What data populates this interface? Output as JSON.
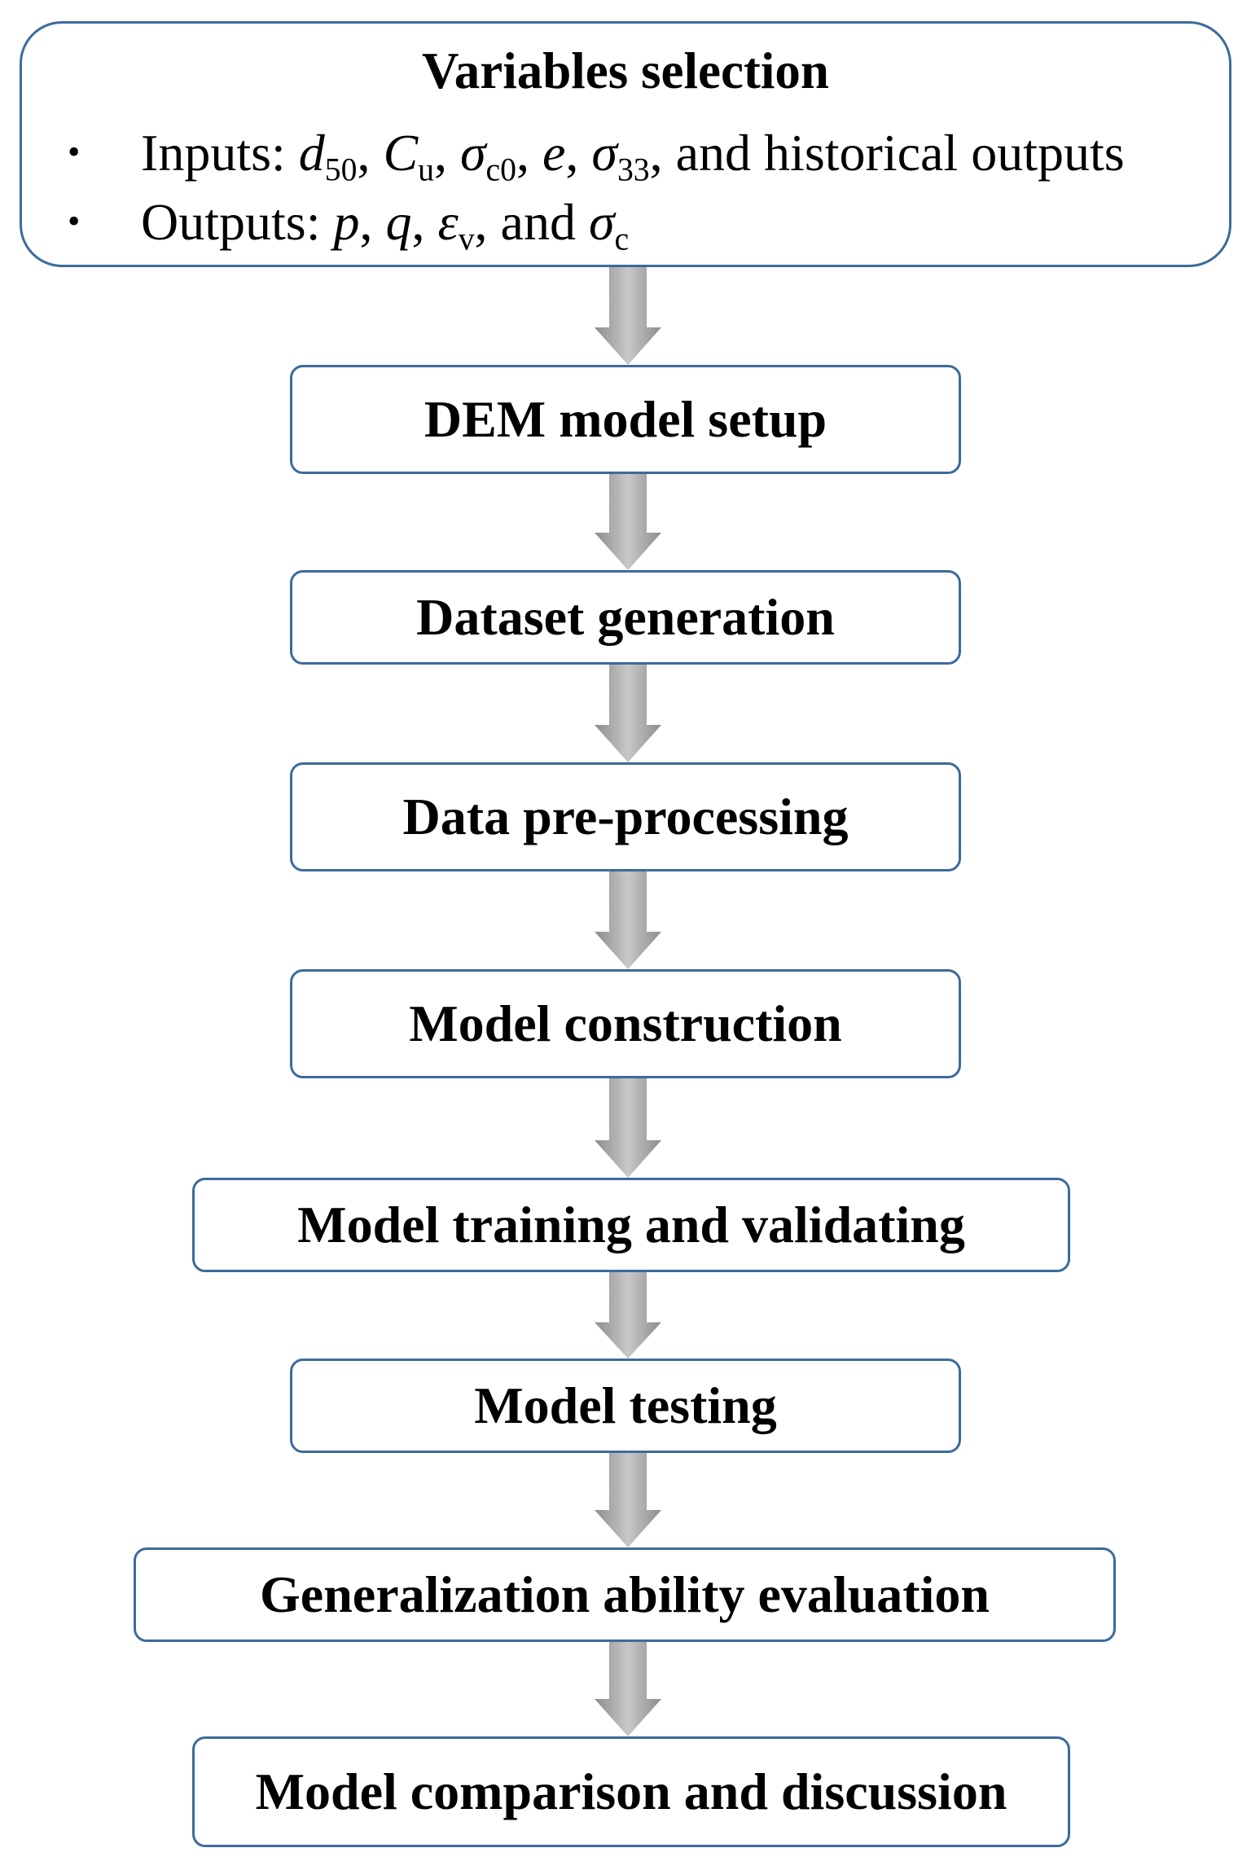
{
  "top": {
    "title": "Variables selection",
    "inputs_label": "Inputs: ",
    "inputs_vars": [
      {
        "sym": "d",
        "sub": "50"
      },
      {
        "sym": "C",
        "sub": "u"
      },
      {
        "sym": "σ",
        "sub": "c0"
      },
      {
        "sym": "e",
        "sub": ""
      },
      {
        "sym": "σ",
        "sub": "33"
      }
    ],
    "inputs_tail": "and historical outputs",
    "outputs_label": "Outputs: ",
    "outputs_vars": [
      {
        "sym": "p",
        "sub": ""
      },
      {
        "sym": "q",
        "sub": ""
      },
      {
        "sym": "ε",
        "sub": "v"
      }
    ],
    "outputs_and": "and ",
    "outputs_last": {
      "sym": "σ",
      "sub": "c"
    },
    "bullet": "•"
  },
  "steps": [
    "DEM model setup",
    "Dataset generation",
    "Data pre-processing",
    "Model construction",
    "Model training and validating",
    "Model testing",
    "Generalization ability evaluation",
    "Model comparison and discussion"
  ],
  "colors": {
    "border": "#3d6a9c",
    "arrow_light": "#c8c8c8",
    "arrow_dark": "#8c8c8c"
  }
}
